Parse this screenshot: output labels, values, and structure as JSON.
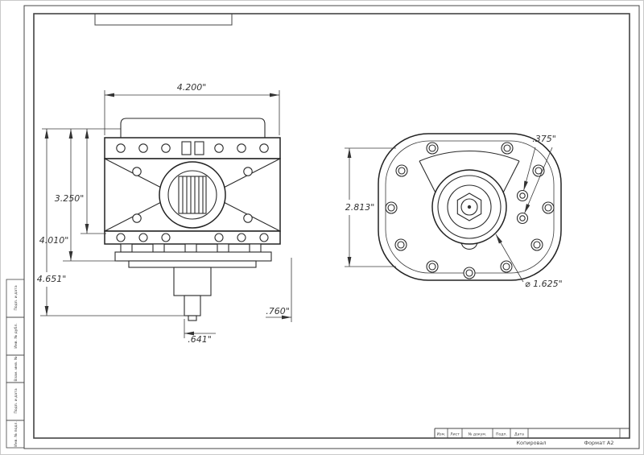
{
  "sheet": {
    "side_labels": [
      "Инв. № подл.",
      "Подп. и дата",
      "Взам. инв. №",
      "Инв. № дубл.",
      "Подп. и дата"
    ],
    "title_block": {
      "col_izm": "Изм.",
      "col_list": "Лист",
      "col_doc": "№ докум.",
      "col_sign": "Подп.",
      "col_date": "Дата"
    },
    "copied_label": "Копировал",
    "format_label": "Формат А2"
  },
  "dimensions": {
    "side_view": {
      "width": "4.200\"",
      "body_height": "3.250\"",
      "plate_height": "4.010\"",
      "overall_height": "4.651\"",
      "shaft_dim": ".641\"",
      "step_dim": ".760\""
    },
    "front_view": {
      "bolt_span": "2.813\"",
      "port_size": ".375\"",
      "hub_diameter": "⌀ 1.625\""
    }
  }
}
